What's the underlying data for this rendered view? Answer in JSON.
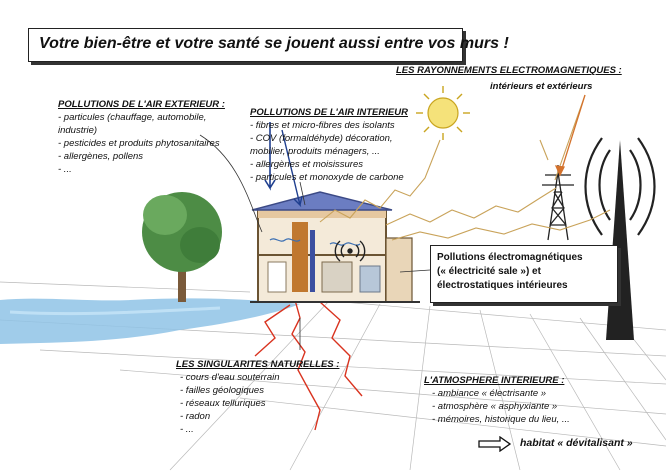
{
  "title": "Votre bien-être et votre santé se jouent aussi entre vos murs !",
  "sections": {
    "exterior_air": {
      "heading": "POLLUTIONS DE L'AIR EXTERIEUR :",
      "items": [
        "- particules (chauffage, automobile,",
        "industrie)",
        "- pesticides et produits phytosanitaires",
        "- allergènes, pollens",
        "- ..."
      ]
    },
    "interior_air": {
      "heading": "POLLUTIONS DE L'AIR INTERIEUR",
      "items": [
        "- fibres et micro-fibres des isolants",
        "- COV (formaldéhyde) décoration,",
        "mobilier, produits ménagers, ...",
        "- allergènes et moisissures",
        "- particules et monoxyde de carbone"
      ]
    },
    "radiation": {
      "heading": "LES RAYONNEMENTS ELECTROMAGNETIQUES :",
      "subtitle": "intérieurs et extérieurs"
    },
    "natural": {
      "heading": "LES SINGULARITES NATURELLES :",
      "items": [
        "- cours d'eau souterrain",
        "- failles géologiques",
        "- réseaux telluriques",
        "- radon",
        "- ..."
      ]
    },
    "atmosphere": {
      "heading": "L'ATMOSPHERE INTERIEURE :",
      "items": [
        "- ambiance « électrisante »",
        "- atmosphère « asphyxiante »",
        "- mémoires, historique du lieu, ..."
      ]
    }
  },
  "callout": {
    "lines": [
      "Pollutions électromagnétiques",
      "(« électricité sale ») et",
      "électrostatiques intérieures"
    ]
  },
  "footer": {
    "label": "habitat « dévitalisant »"
  },
  "icons": {
    "sun": "sun-icon",
    "tower": "pylon-icon",
    "antenna": "antenna-icon",
    "tree": "tree-icon",
    "house": "house-icon",
    "wifi": "wifi-icon",
    "arrow": "outline-arrow-icon"
  },
  "colors": {
    "water": "#8fc3e6",
    "wall": "#e6c8a0",
    "roof": "#6b7dc2",
    "wave": "#c9a35a",
    "fault": "#d9331f",
    "antenna": "#222222",
    "tree": "#3f7d3a"
  }
}
